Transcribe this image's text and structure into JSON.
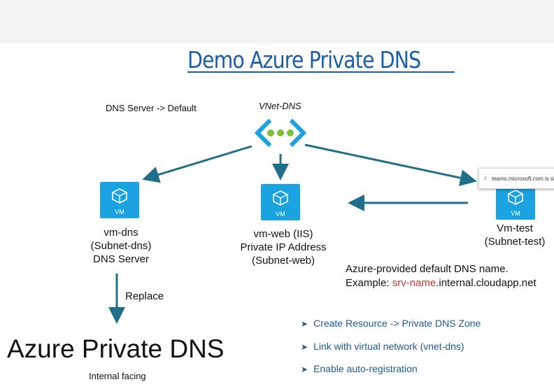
{
  "title": "Demo Azure Private DNS",
  "dns_server_default": "DNS Server -> Default",
  "vnet": {
    "label": "VNet-DNS"
  },
  "vms": [
    {
      "id": "vm-dns",
      "badge": "VM",
      "lines": [
        "vm-dns",
        "(Subnet-dns)",
        "DNS Server"
      ]
    },
    {
      "id": "vm-web",
      "badge": "VM",
      "lines": [
        "vm-web (IIS)",
        "Private IP Address",
        "(Subnet-web)"
      ]
    },
    {
      "id": "vm-test",
      "badge": "VM",
      "lines": [
        "Vm-test",
        "(Subnet-test)"
      ]
    }
  ],
  "replace_label": "Replace",
  "azure_private_dns": "Azure Private DNS",
  "internal_facing": "Internal facing",
  "note": {
    "line1": "Azure-provided default DNS name.",
    "example_prefix": "Example: ",
    "example_highlight": "srv-name",
    "example_suffix": ".internal.cloudapp.net"
  },
  "steps": [
    "Create Resource -> Private DNS Zone",
    "Link with virtual network (vnet-dns)",
    "Enable auto-registration"
  ],
  "toast": {
    "text": "teams.microsoft.com is sha"
  },
  "colors": {
    "title": "#1a5ea8",
    "arrow": "#1f6f8b",
    "vm_icon": "#1aa3e0",
    "steps": "#1d5a8e",
    "highlight": "#c0392b"
  }
}
